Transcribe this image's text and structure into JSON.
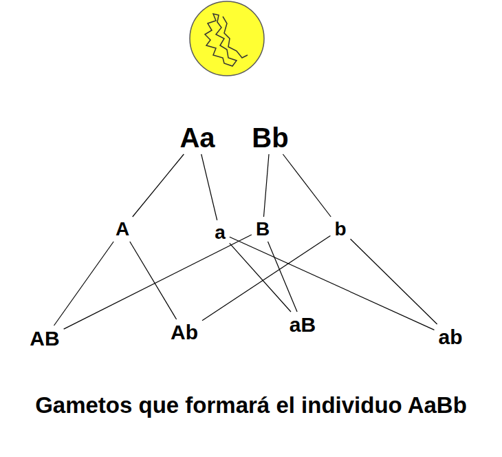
{
  "diagram": {
    "caption": "Gametos que formará el individuo AaBb",
    "nodes": [
      {
        "text": [
          "Aa"
        ]
      },
      {
        "text": [
          "Bb"
        ]
      },
      {
        "text": [
          "A"
        ]
      },
      {
        "text": [
          "a"
        ]
      },
      {
        "text": [
          "B"
        ]
      },
      {
        "text": [
          "b"
        ]
      },
      {
        "text": [
          "AB"
        ]
      },
      {
        "text": [
          "Ab"
        ]
      },
      {
        "text": [
          "aB"
        ]
      },
      {
        "text": [
          "ab"
        ]
      }
    ],
    "edges": [
      {
        "from": 0,
        "to": 2,
        "arrow": "none"
      },
      {
        "from": 0,
        "to": 3,
        "arrow": "none"
      },
      {
        "from": 1,
        "to": 4,
        "arrow": "none"
      },
      {
        "from": 1,
        "to": 5,
        "arrow": "none"
      },
      {
        "from": 2,
        "to": 6,
        "arrow": "none"
      },
      {
        "from": 2,
        "to": 7,
        "arrow": "none"
      },
      {
        "from": 3,
        "to": 8,
        "arrow": "none"
      },
      {
        "from": 3,
        "to": 9,
        "arrow": "none"
      },
      {
        "from": 4,
        "to": 6,
        "arrow": "none"
      },
      {
        "from": 4,
        "to": 8,
        "arrow": "none"
      },
      {
        "from": 5,
        "to": 7,
        "arrow": "none"
      },
      {
        "from": 5,
        "to": 9,
        "arrow": "none"
      }
    ]
  }
}
